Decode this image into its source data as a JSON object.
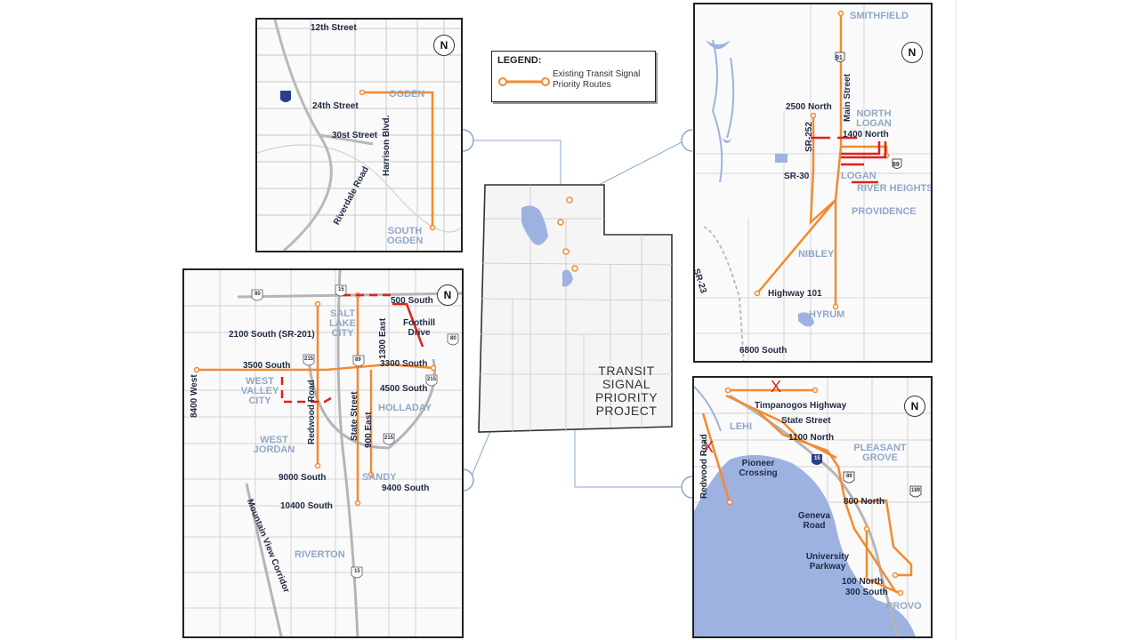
{
  "legend": {
    "title": "LEGEND:",
    "item": "Existing Transit Signal Priority Routes"
  },
  "project_title": [
    "TRANSIT",
    "SIGNAL",
    "PRIORITY",
    "PROJECT"
  ],
  "north_symbol": "N",
  "colors": {
    "route": "#f28a30",
    "red_annotation": "#e0201b",
    "water": "#9db2e0",
    "road": "#cccccc",
    "label": "#1f2a44",
    "city": "#8fa8c8"
  },
  "ogden": {
    "streets": [
      "12th Street",
      "24th Street",
      "30st Street",
      "Harrison Blvd.",
      "Riverdale Road"
    ],
    "cities": [
      "OGDEN",
      "SOUTH OGDEN"
    ],
    "shields": [
      "15"
    ]
  },
  "logan": {
    "streets": [
      "2500 North",
      "1400 North",
      "SR-252",
      "SR-30",
      "Main Street",
      "Highway 101",
      "6800 South",
      "SR-23"
    ],
    "cities": [
      "SMITHFIELD",
      "NORTH LOGAN",
      "LOGAN",
      "RIVER HEIGHTS",
      "PROVIDENCE",
      "NIBLEY",
      "HYRUM"
    ],
    "shields": [
      "91",
      "89"
    ]
  },
  "slc": {
    "streets": [
      "500 South",
      "Foothill Drive",
      "2100 South (SR-201)",
      "1300 East",
      "3500 South",
      "3300 South",
      "8400 West",
      "Redwood Road",
      "State Street",
      "4500 South",
      "900 East",
      "9000 South",
      "9400 South",
      "10400 South",
      "Mountain View Corridor"
    ],
    "cities": [
      "SALT LAKE CITY",
      "WEST VALLEY CITY",
      "HOLLADAY",
      "WEST JORDAN",
      "SANDY",
      "RIVERTON"
    ],
    "shields": [
      "80",
      "15",
      "215",
      "89",
      "80",
      "215",
      "215",
      "15"
    ]
  },
  "utah_county": {
    "streets": [
      "Timpanogos Highway",
      "State Street",
      "1100 North",
      "Redwood Road",
      "Pioneer Crossing",
      "800 North",
      "Geneva Road",
      "University Parkway",
      "100 North",
      "300 South"
    ],
    "cities": [
      "LEHI",
      "PLEASANT GROVE",
      "PROVO"
    ],
    "shields": [
      "15",
      "89",
      "189"
    ],
    "marks": [
      "X",
      "X"
    ]
  }
}
